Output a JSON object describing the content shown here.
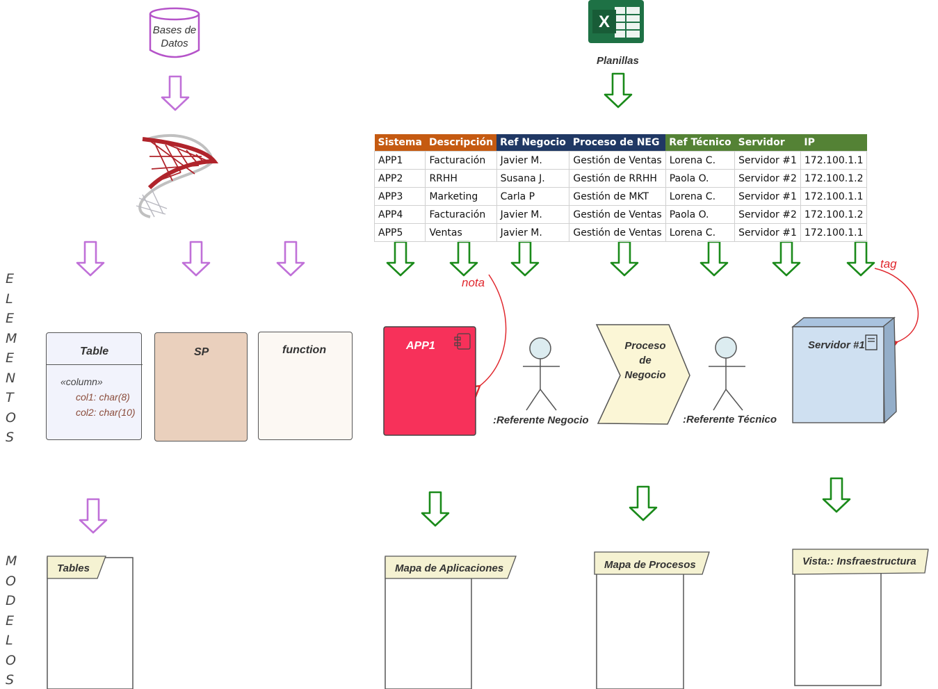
{
  "sources": {
    "database_label": "Bases de\nDatos",
    "spreadsheet_label": "Planillas"
  },
  "spreadsheet": {
    "headers": [
      "Sistema",
      "Descripción",
      "Ref Negocio",
      "Proceso de NEG",
      "Ref Técnico",
      "Servidor",
      "IP"
    ],
    "header_colors": [
      "#c55a11",
      "#c55a11",
      "#203864",
      "#203864",
      "#548235",
      "#548235",
      "#548235"
    ],
    "rows": [
      [
        "APP1",
        "Facturación",
        "Javier M.",
        "Gestión de Ventas",
        "Lorena C.",
        "Servidor #1",
        "172.100.1.1"
      ],
      [
        "APP2",
        "RRHH",
        "Susana J.",
        "Gestión de RRHH",
        "Paola O.",
        "Servidor #2",
        "172.100.1.2"
      ],
      [
        "APP3",
        "Marketing",
        "Carla P",
        "Gestión de MKT",
        "Lorena C.",
        "Servidor #1",
        "172.100.1.1"
      ],
      [
        "APP4",
        "Facturación",
        "Javier M.",
        "Gestión de Ventas",
        "Paola O.",
        "Servidor #2",
        "172.100.1.2"
      ],
      [
        "APP5",
        "Ventas",
        "Javier M.",
        "Gestión de Ventas",
        "Lorena C.",
        "Servidor #1",
        "172.100.1.1"
      ]
    ]
  },
  "annotations": {
    "nota": "nota",
    "tag": "tag"
  },
  "side_labels": {
    "elementos": [
      "E",
      "L",
      "E",
      "M",
      "E",
      "N",
      "T",
      "O",
      "S"
    ],
    "modelos": [
      "M",
      "O",
      "D",
      "E",
      "L",
      "O",
      "S"
    ]
  },
  "elements": {
    "table": {
      "title": "Table",
      "stereotype": "«column»",
      "col1": "col1: char(8)",
      "col2": "col2: char(10)"
    },
    "sp": {
      "title": "SP"
    },
    "function": {
      "title": "function"
    },
    "app": {
      "title": "APP1"
    },
    "ref_negocio": {
      "title": ":Referente Negocio"
    },
    "proceso": {
      "title_line1": "Proceso",
      "title_line2": "de",
      "title_line3": "Negocio"
    },
    "ref_tecnico": {
      "title": ":Referente Técnico"
    },
    "servidor": {
      "title": "Servidor #1"
    }
  },
  "models": {
    "tables": "Tables",
    "mapa_aplicaciones": "Mapa de Aplicaciones",
    "mapa_procesos": "Mapa de Procesos",
    "vista_infra": "Vista:: Insfraestructura"
  },
  "colors": {
    "purple_arrow": "#c070d8",
    "green_arrow": "#1a8a1a",
    "red_note": "#e0282e",
    "app_fill": "#f7315a",
    "server_fill": "#cfe0f1",
    "process_fill": "#fbf6d6",
    "sp_fill": "#ead0bd",
    "table_fill": "#f2f3fc",
    "function_fill": "#fcf8f3",
    "excel_green": "#1e7145"
  }
}
